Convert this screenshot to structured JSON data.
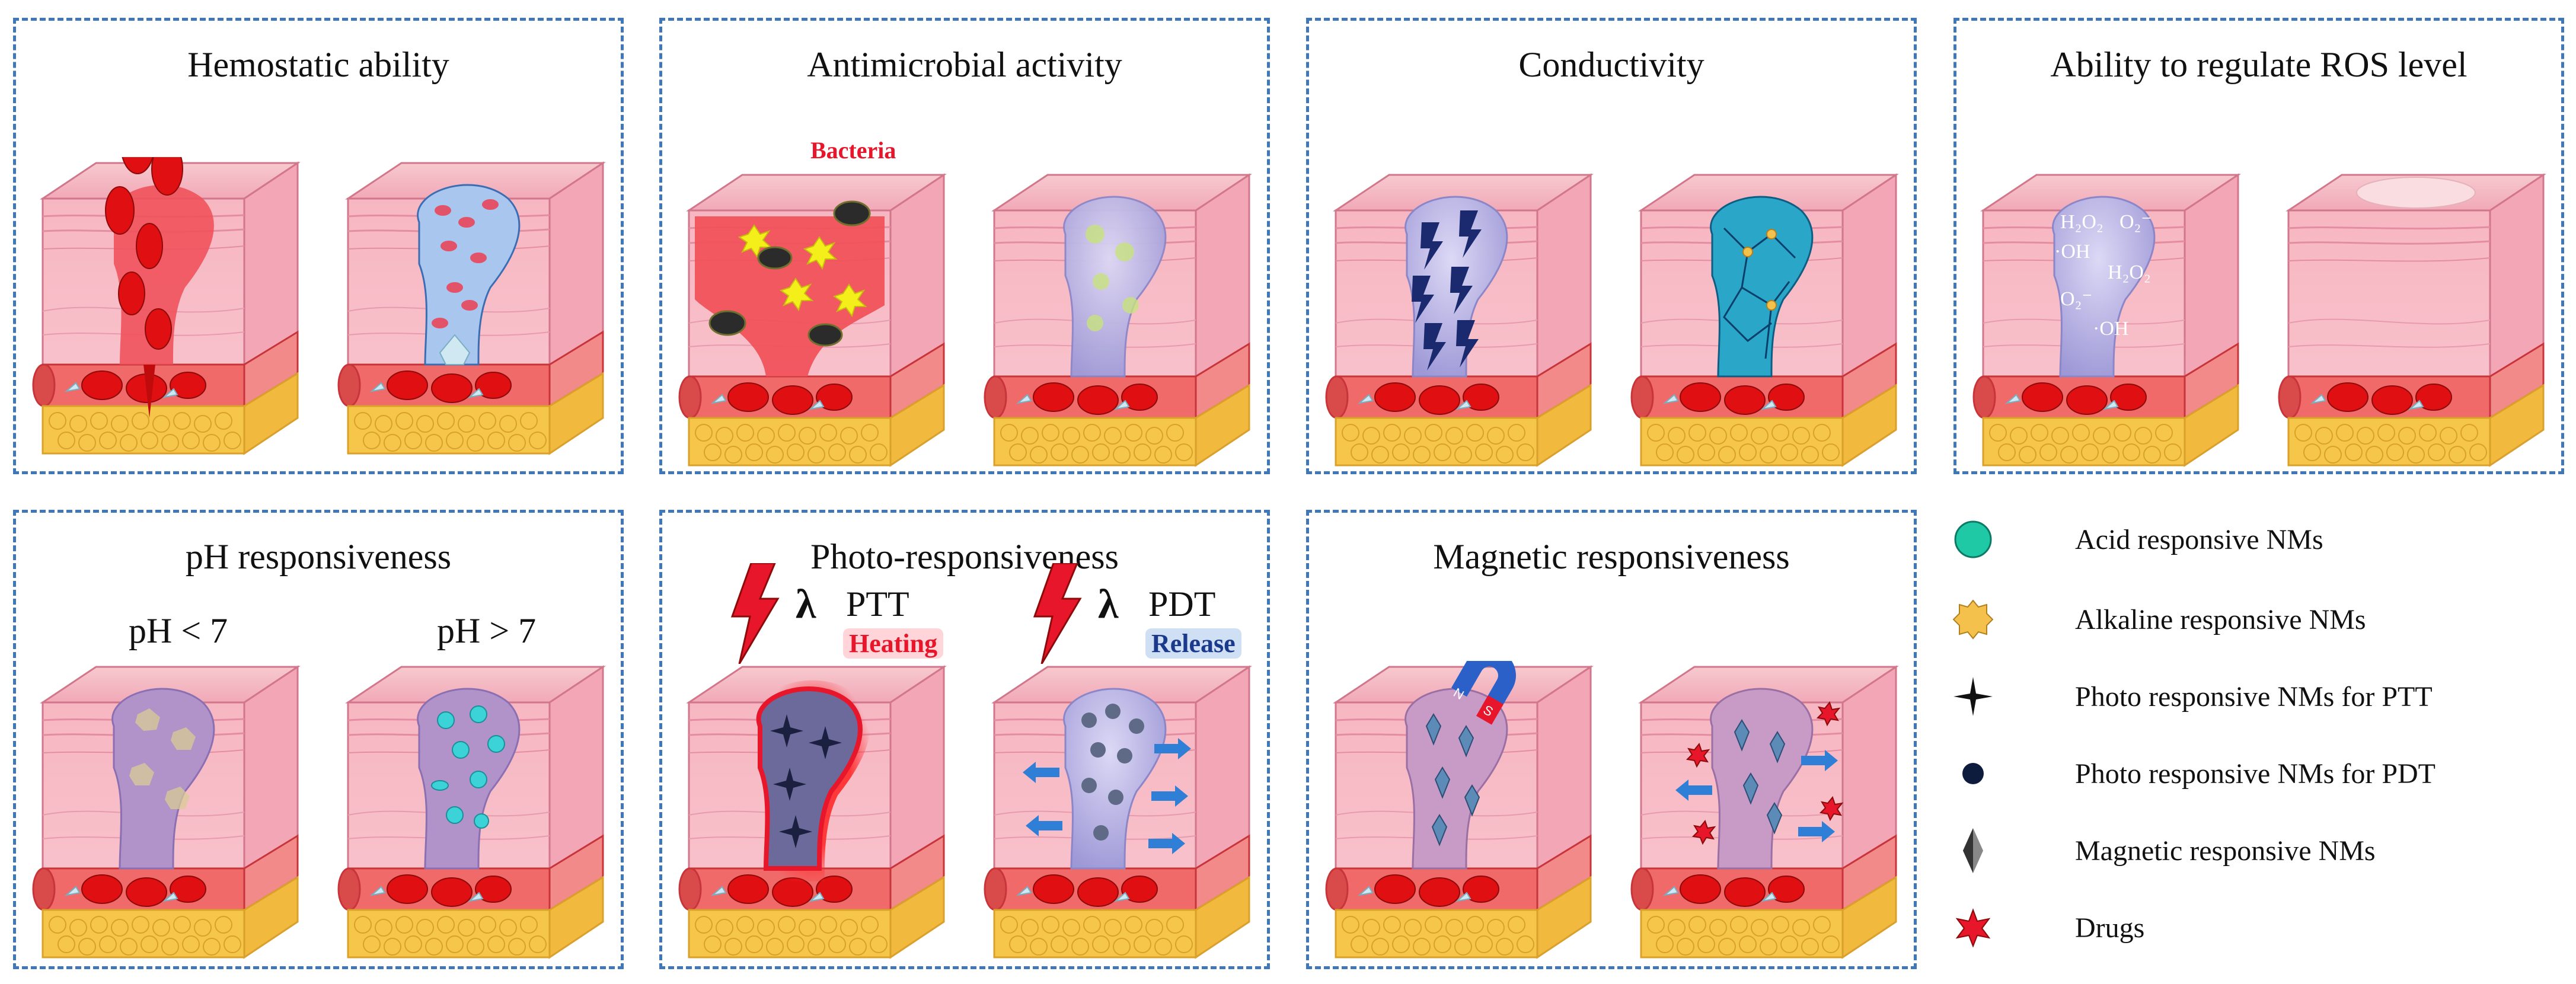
{
  "panels": {
    "hemostatic": {
      "title": "Hemostatic ability"
    },
    "antimicrobial": {
      "title": "Antimicrobial activity",
      "note": "Bacteria"
    },
    "conductivity": {
      "title": "Conductivity"
    },
    "ros": {
      "title": "Ability to regulate ROS level",
      "species": [
        "H₂O₂",
        "O₂⁻",
        "·OH",
        "H₂O₂",
        "O₂⁻",
        "·OH"
      ]
    },
    "ph": {
      "title": "pH responsiveness",
      "left_label": "pH < 7",
      "right_label": "pH > 7"
    },
    "photo": {
      "title": "Photo-responsiveness",
      "left_symbol": "λ",
      "left_mode": "PTT",
      "left_tag": "Heating",
      "right_symbol": "λ",
      "right_mode": "PDT",
      "right_tag": "Release"
    },
    "magnetic": {
      "title": "Magnetic responsiveness",
      "magnet_n": "N",
      "magnet_s": "S"
    }
  },
  "legend": [
    {
      "icon": "acid-nm-icon",
      "label": "Acid responsive NMs",
      "color": "#1fc9a6"
    },
    {
      "icon": "alkaline-nm-icon",
      "label": "Alkaline responsive NMs",
      "color": "#f4c24c"
    },
    {
      "icon": "ptt-nm-icon",
      "label": "Photo responsive NMs for PTT",
      "color": "#111111"
    },
    {
      "icon": "pdt-nm-icon",
      "label": "Photo responsive NMs for PDT",
      "color": "#0d1b3d"
    },
    {
      "icon": "magnetic-nm-icon",
      "label": "Magnetic responsive NMs",
      "color": "#555555"
    },
    {
      "icon": "drug-icon",
      "label": "Drugs",
      "color": "#e8162a"
    }
  ],
  "colors": {
    "border": "#3f77b8",
    "skin": "#f5b6c2",
    "skin_dark": "#e48da1",
    "fat": "#f6c64a",
    "vessel": "#f06a6a",
    "rbc": "#e00f12",
    "hydrogel": "#b7b3e2",
    "bolt": "#1b2a6e"
  }
}
